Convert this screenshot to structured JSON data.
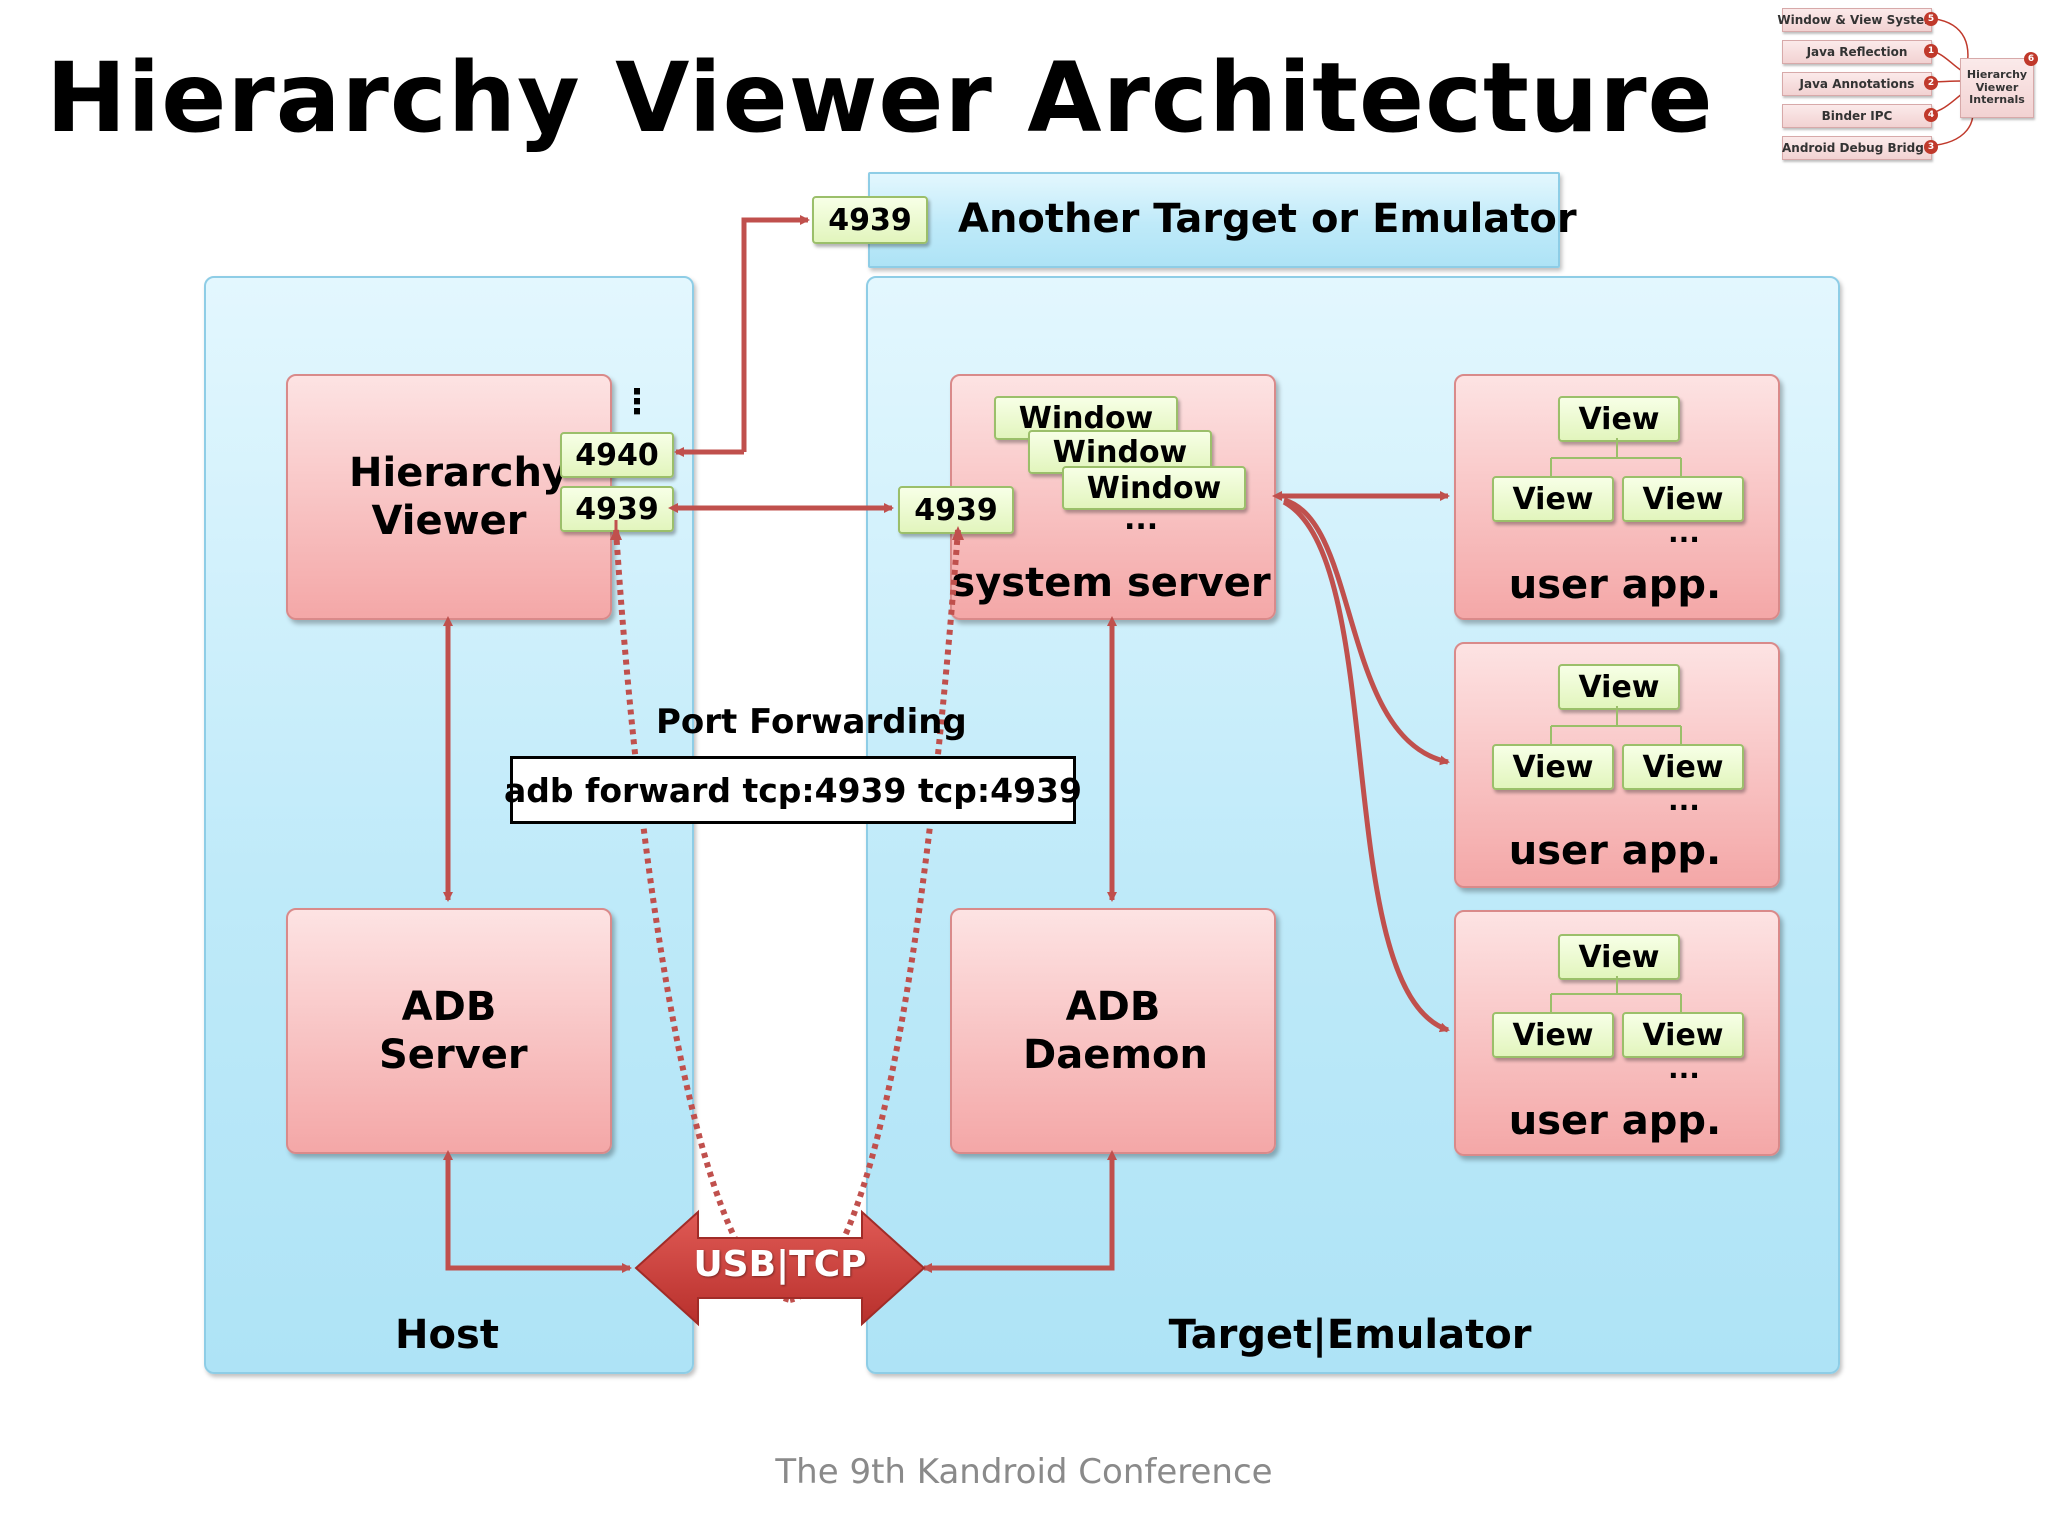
{
  "title": "Hierarchy Viewer Architecture",
  "nav": {
    "items": [
      {
        "label": "Window & View System",
        "num": "5"
      },
      {
        "label": "Java Reflection",
        "num": "1"
      },
      {
        "label": "Java Annotations",
        "num": "2"
      },
      {
        "label": "Binder IPC",
        "num": "4"
      },
      {
        "label": "Android Debug Bridge",
        "num": "3"
      }
    ],
    "current": "Hierarchy Viewer Internals",
    "current_num": "6"
  },
  "another_target": {
    "label": "Another Target or Emulator",
    "port": "4939"
  },
  "host": {
    "label": "Host",
    "hierarchy_viewer": "Hierarchy Viewer",
    "port_a": "4940",
    "port_b": "4939",
    "more": "⋮",
    "adb_server": "ADB Server"
  },
  "target": {
    "label": "Target|Emulator",
    "system_server": {
      "label": "system server",
      "port": "4939",
      "windows": [
        "Window",
        "Window",
        "Window"
      ],
      "more": "..."
    },
    "adb_daemon": "ADB Daemon",
    "user_apps": [
      {
        "label": "user app.",
        "root": "View",
        "children": [
          "View",
          "View"
        ],
        "more": "..."
      },
      {
        "label": "user app.",
        "root": "View",
        "children": [
          "View",
          "View"
        ],
        "more": "..."
      },
      {
        "label": "user app.",
        "root": "View",
        "children": [
          "View",
          "View"
        ],
        "more": "..."
      }
    ]
  },
  "port_forwarding": {
    "label": "Port Forwarding",
    "command": "adb forward tcp:4939 tcp:4939"
  },
  "connector": {
    "label": "USB|TCP"
  },
  "footer": "The 9th Kandroid Conference",
  "colors": {
    "arrow": "#c0504d",
    "region": "#bfeaf9",
    "box": "#f8c2c2",
    "tag": "#e2f5bd"
  }
}
